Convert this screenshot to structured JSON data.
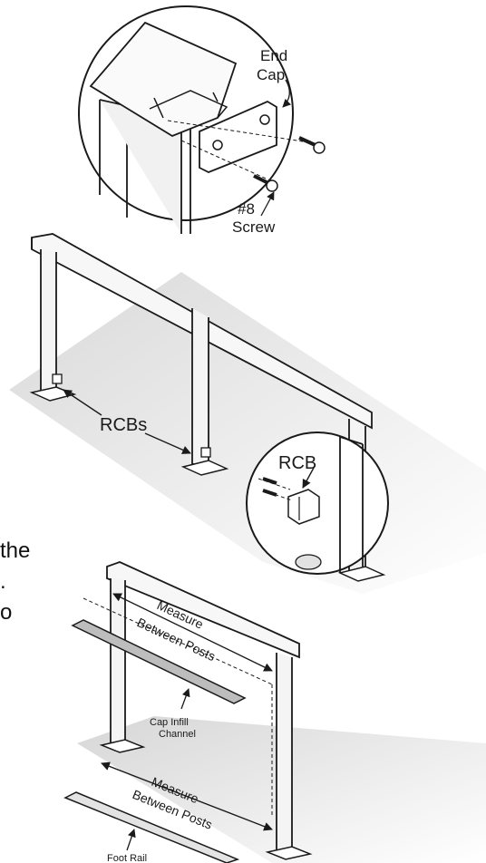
{
  "labels": {
    "end_cap_line1": "End",
    "end_cap_line2": "Cap",
    "screw_line1": "#8",
    "screw_line2": "Screw",
    "rcbs": "RCBs",
    "rcb": "RCB",
    "measure_top_line1": "Measure",
    "measure_top_line2": "Between Posts",
    "cap_infill_line1": "Cap Infill",
    "cap_infill_line2": "Channel",
    "measure_bottom_line1": "Measure",
    "measure_bottom_line2": "Between Posts",
    "foot_rail": "Foot Rail"
  },
  "edge_text": {
    "line1": "the",
    "line2": ".",
    "line3": "o"
  },
  "colors": {
    "shadow": "#d4d4d4",
    "rail": "#f7f7f7",
    "outline": "#1a1a1a"
  }
}
